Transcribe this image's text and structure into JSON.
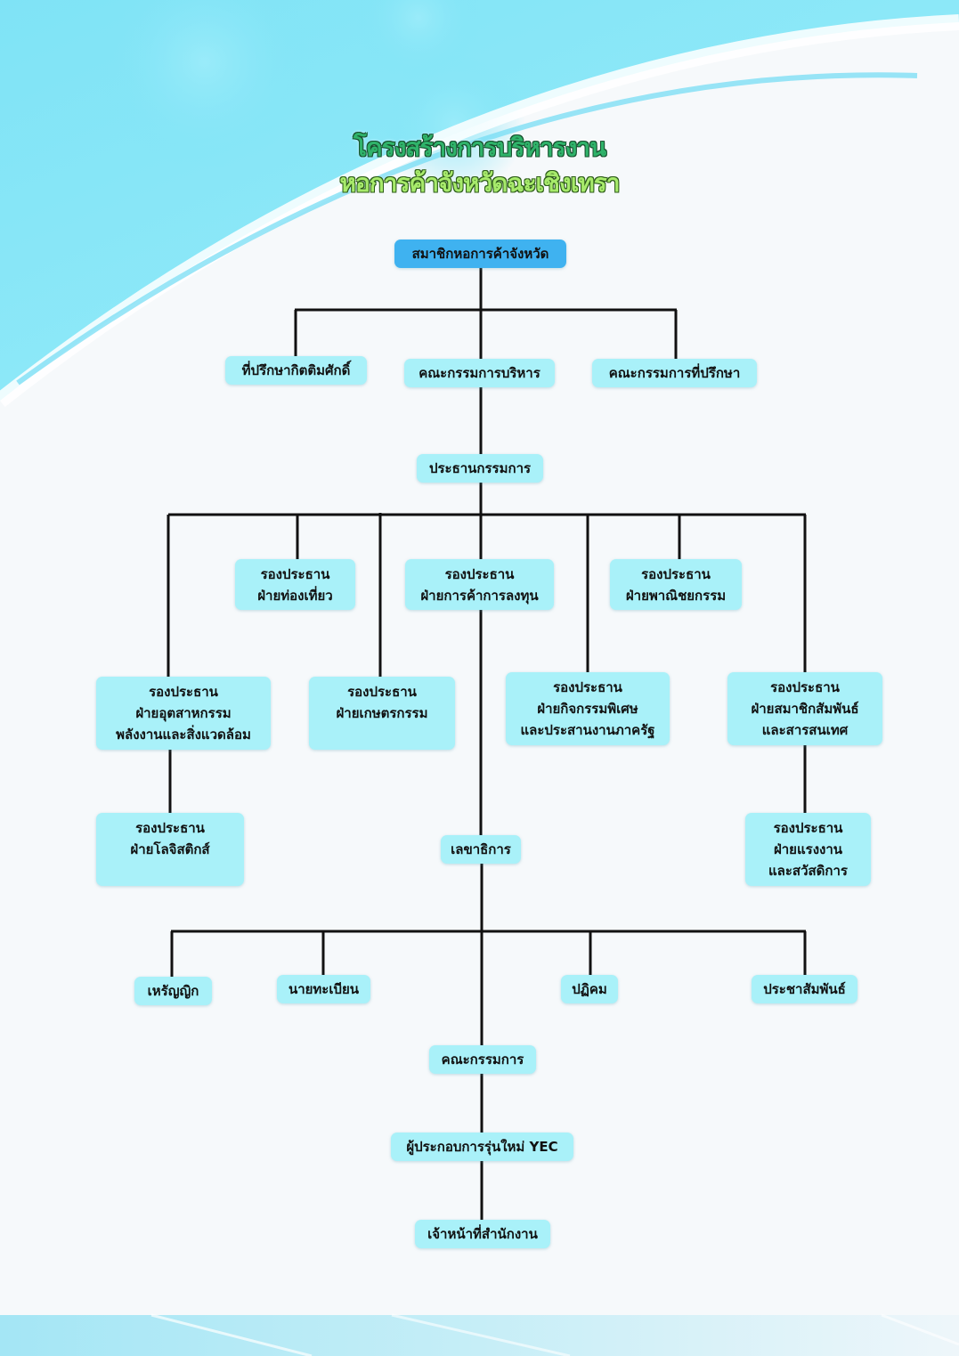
{
  "title": {
    "line1": "โครงสร้างการบริหารงาน",
    "line2": "หอการค้าจังหวัดฉะเชิงเทรา"
  },
  "colors": {
    "root_box": "#3fb2f0",
    "box": "#a9f1f9",
    "connector": "#111111",
    "title_line1": "#2fb36a",
    "title_line2": "#a7ea6b"
  },
  "nodes": {
    "members": {
      "lines": [
        "สมาชิกหอการค้าจังหวัด"
      ]
    },
    "honorary_advisors": {
      "lines": [
        "ที่ปรึกษากิตติมศักดิ์"
      ]
    },
    "executive_committee": {
      "lines": [
        "คณะกรรมการบริหาร"
      ]
    },
    "advisory_committee": {
      "lines": [
        "คณะกรรมการที่ปรึกษา"
      ]
    },
    "chairman": {
      "lines": [
        "ประธานกรรมการ"
      ]
    },
    "vp_tourism": {
      "lines": [
        "รองประธาน",
        "ฝ่ายท่องเที่ยว"
      ]
    },
    "vp_trade_investment": {
      "lines": [
        "รองประธาน",
        "ฝ่ายการค้าการลงทุน"
      ]
    },
    "vp_commerce": {
      "lines": [
        "รองประธาน",
        "ฝ่ายพาณิชยกรรม"
      ]
    },
    "vp_industry": {
      "lines": [
        "รองประธาน",
        "ฝ่ายอุตสาหกรรม",
        "พลังงานและสิ่งแวดล้อม"
      ]
    },
    "vp_agriculture": {
      "lines": [
        "รองประธาน",
        "ฝ่ายเกษตรกรรม"
      ]
    },
    "vp_special_activities": {
      "lines": [
        "รองประธาน",
        "ฝ่ายกิจกรรมพิเศษ",
        "และประสานงานภาครัฐ"
      ]
    },
    "vp_member_relations": {
      "lines": [
        "รองประธาน",
        "ฝ่ายสมาชิกสัมพันธ์",
        "และสารสนเทศ"
      ]
    },
    "vp_logistics": {
      "lines": [
        "รองประธาน",
        "ฝ่ายโลจิสติกส์"
      ]
    },
    "secretary_general": {
      "lines": [
        "เลขาธิการ"
      ]
    },
    "vp_labor_welfare": {
      "lines": [
        "รองประธาน",
        "ฝ่ายแรงงาน",
        "และสวัสดิการ"
      ]
    },
    "treasurer": {
      "lines": [
        "เหรัญญิก"
      ]
    },
    "registrar": {
      "lines": [
        "นายทะเบียน"
      ]
    },
    "protocol": {
      "lines": [
        "ปฏิคม"
      ]
    },
    "public_relations": {
      "lines": [
        "ประชาสัมพันธ์"
      ]
    },
    "committee": {
      "lines": [
        "คณะกรรมการ"
      ]
    },
    "yec": {
      "lines": [
        "ผู้ประกอบการรุ่นใหม่ YEC"
      ]
    },
    "office_staff": {
      "lines": [
        "เจ้าหน้าที่สำนักงาน"
      ]
    }
  }
}
